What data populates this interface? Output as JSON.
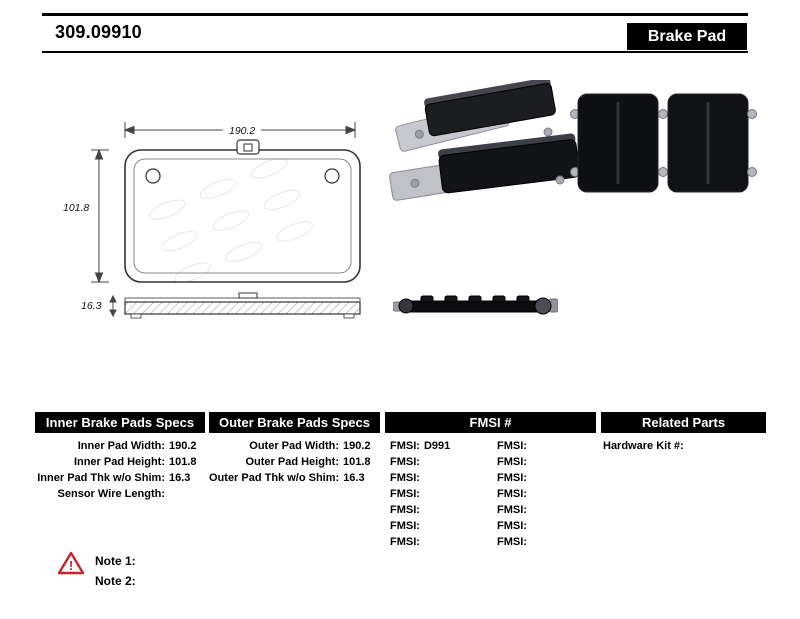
{
  "header": {
    "part_number": "309.09910",
    "product_type": "Brake Pad"
  },
  "colors": {
    "header_bg": "#000000",
    "warning_red": "#c8242b"
  },
  "drawing": {
    "width_label": "190.2",
    "height_label": "101.8",
    "thickness_label": "16.3"
  },
  "tables": {
    "inner": {
      "header": "Inner Brake Pads Specs",
      "rows": [
        {
          "label": "Inner Pad Width:",
          "value": "190.2"
        },
        {
          "label": "Inner Pad Height:",
          "value": "101.8"
        },
        {
          "label": "Inner Pad Thk w/o Shim:",
          "value": "16.3"
        },
        {
          "label": "Sensor Wire Length:",
          "value": ""
        }
      ]
    },
    "outer": {
      "header": "Outer Brake Pads Specs",
      "rows": [
        {
          "label": "Outer Pad Width:",
          "value": "190.2"
        },
        {
          "label": "Outer Pad Height:",
          "value": "101.8"
        },
        {
          "label": "Outer Pad Thk w/o Shim:",
          "value": "16.3"
        }
      ]
    },
    "fmsi": {
      "header": "FMSI #",
      "left": [
        {
          "label": "FMSI:",
          "value": "D991"
        },
        {
          "label": "FMSI:",
          "value": ""
        },
        {
          "label": "FMSI:",
          "value": ""
        },
        {
          "label": "FMSI:",
          "value": ""
        },
        {
          "label": "FMSI:",
          "value": ""
        },
        {
          "label": "FMSI:",
          "value": ""
        },
        {
          "label": "FMSI:",
          "value": ""
        }
      ],
      "right": [
        {
          "label": "FMSI:",
          "value": ""
        },
        {
          "label": "FMSI:",
          "value": ""
        },
        {
          "label": "FMSI:",
          "value": ""
        },
        {
          "label": "FMSI:",
          "value": ""
        },
        {
          "label": "FMSI:",
          "value": ""
        },
        {
          "label": "FMSI:",
          "value": ""
        },
        {
          "label": "FMSI:",
          "value": ""
        }
      ]
    },
    "related": {
      "header": "Related Parts",
      "rows": [
        {
          "label": "Hardware Kit #:",
          "value": ""
        }
      ]
    }
  },
  "notes": {
    "note1": "Note 1:",
    "note2": "Note 2:"
  }
}
